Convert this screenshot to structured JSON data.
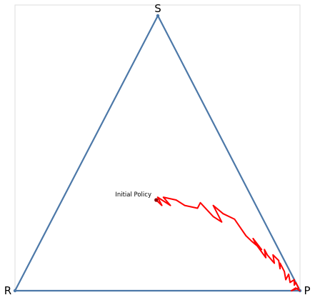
{
  "chart_data": {
    "type": "line",
    "plot": "ternary-simplex",
    "vertex_labels": {
      "top": "S",
      "left": "R",
      "right": "P"
    },
    "annotation": "Initial Policy",
    "colors": {
      "simplex": "#4C78A8",
      "trajectory": "#FF0000",
      "start_point": "#8B0000",
      "frame": "#DDDDDD"
    },
    "series": [
      {
        "values_frac": "(S, R, P) = (top, left, right) barycentric probabilities",
        "points": [
          [
            0.33,
            0.34,
            0.33
          ],
          [
            0.31,
            0.33,
            0.36
          ],
          [
            0.34,
            0.33,
            0.33
          ],
          [
            0.31,
            0.3,
            0.39
          ],
          [
            0.34,
            0.31,
            0.35
          ],
          [
            0.33,
            0.27,
            0.4
          ],
          [
            0.31,
            0.25,
            0.44
          ],
          [
            0.3,
            0.21,
            0.49
          ],
          [
            0.32,
            0.19,
            0.49
          ],
          [
            0.27,
            0.17,
            0.56
          ],
          [
            0.25,
            0.15,
            0.6
          ],
          [
            0.31,
            0.15,
            0.54
          ],
          [
            0.28,
            0.13,
            0.59
          ],
          [
            0.26,
            0.1,
            0.64
          ],
          [
            0.2,
            0.09,
            0.71
          ],
          [
            0.18,
            0.08,
            0.74
          ],
          [
            0.15,
            0.06,
            0.79
          ],
          [
            0.19,
            0.07,
            0.74
          ],
          [
            0.17,
            0.07,
            0.76
          ],
          [
            0.12,
            0.06,
            0.82
          ],
          [
            0.15,
            0.05,
            0.8
          ],
          [
            0.13,
            0.05,
            0.82
          ],
          [
            0.1,
            0.04,
            0.86
          ],
          [
            0.13,
            0.03,
            0.84
          ],
          [
            0.11,
            0.02,
            0.87
          ],
          [
            0.08,
            0.03,
            0.89
          ],
          [
            0.1,
            0.02,
            0.88
          ],
          [
            0.07,
            0.02,
            0.91
          ],
          [
            0.04,
            0.03,
            0.93
          ],
          [
            0.06,
            0.01,
            0.93
          ],
          [
            0.03,
            0.02,
            0.95
          ],
          [
            0.04,
            0.0,
            0.96
          ],
          [
            0.02,
            0.01,
            0.97
          ],
          [
            0.03,
            0.0,
            0.97
          ],
          [
            0.01,
            0.0,
            0.99
          ],
          [
            0.0,
            0.03,
            0.97
          ],
          [
            0.01,
            0.01,
            0.98
          ],
          [
            0.0,
            0.0,
            1.0
          ]
        ]
      }
    ]
  }
}
